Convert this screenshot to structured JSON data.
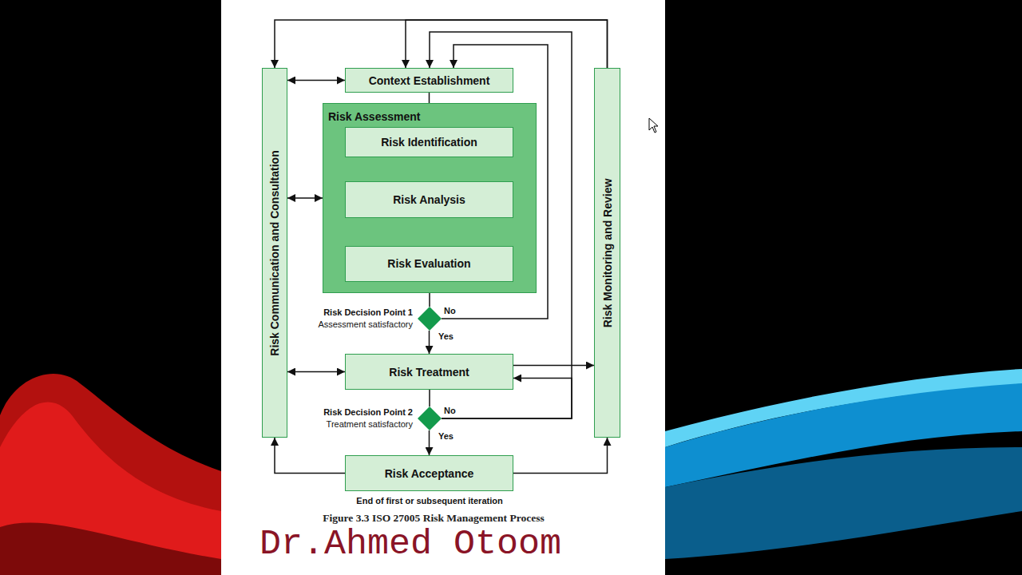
{
  "diagram": {
    "caption": "Figure 3.3 ISO 27005 Risk Management Process",
    "nodes": [
      {
        "text": [
          "Risk Communication and Consultation"
        ]
      },
      {
        "text": [
          "Context Establishment"
        ]
      },
      {
        "text": [
          "Risk Assessment"
        ]
      },
      {
        "text": [
          "Risk Identification"
        ],
        "in": 2
      },
      {
        "text": [
          "Risk Analysis"
        ],
        "in": 2
      },
      {
        "text": [
          "Risk Evaluation"
        ],
        "in": 2
      },
      {
        "text": [
          "Risk Decision Point 1",
          "Assessment satisfactory"
        ]
      },
      {
        "text": [
          "Risk Treatment"
        ]
      },
      {
        "text": [
          "Risk Decision Point 2",
          "Treatment satisfactory"
        ]
      },
      {
        "text": [
          "Risk Acceptance"
        ]
      },
      {
        "text": [
          "Risk Monitoring and Review"
        ]
      }
    ],
    "edges": [
      {
        "from": 0,
        "to": 1,
        "arrow": "both"
      },
      {
        "from": 1,
        "to": 3,
        "arrow": "to"
      },
      {
        "from": 0,
        "to": 2,
        "arrow": "both"
      },
      {
        "from": 3,
        "to": 4,
        "arrow": "to"
      },
      {
        "from": 4,
        "to": 5,
        "arrow": "to"
      },
      {
        "from": 5,
        "to": 6,
        "arrow": "none"
      },
      {
        "from": 6,
        "to": 7,
        "arrow": "to",
        "label": "Yes"
      },
      {
        "from": 6,
        "to": 1,
        "arrow": "to",
        "label": "No"
      },
      {
        "from": 0,
        "to": 7,
        "arrow": "both"
      },
      {
        "from": 7,
        "to": 8,
        "arrow": "none"
      },
      {
        "from": 8,
        "to": 9,
        "arrow": "to",
        "label": "Yes"
      },
      {
        "from": 8,
        "to": 1,
        "arrow": "to",
        "label": "No"
      },
      {
        "from": 8,
        "to": 7,
        "arrow": "to"
      },
      {
        "from": 7,
        "to": 10,
        "arrow": "to"
      },
      {
        "from": 10,
        "to": 0,
        "arrow": "to"
      },
      {
        "from": 10,
        "to": 1,
        "arrow": "to"
      },
      {
        "from": 9,
        "to": 0,
        "arrow": "to"
      },
      {
        "from": 9,
        "to": 10,
        "arrow": "to"
      }
    ],
    "labels": [
      "End of first or subsequent iteration",
      "Dr.Ahmed Otoom"
    ]
  }
}
